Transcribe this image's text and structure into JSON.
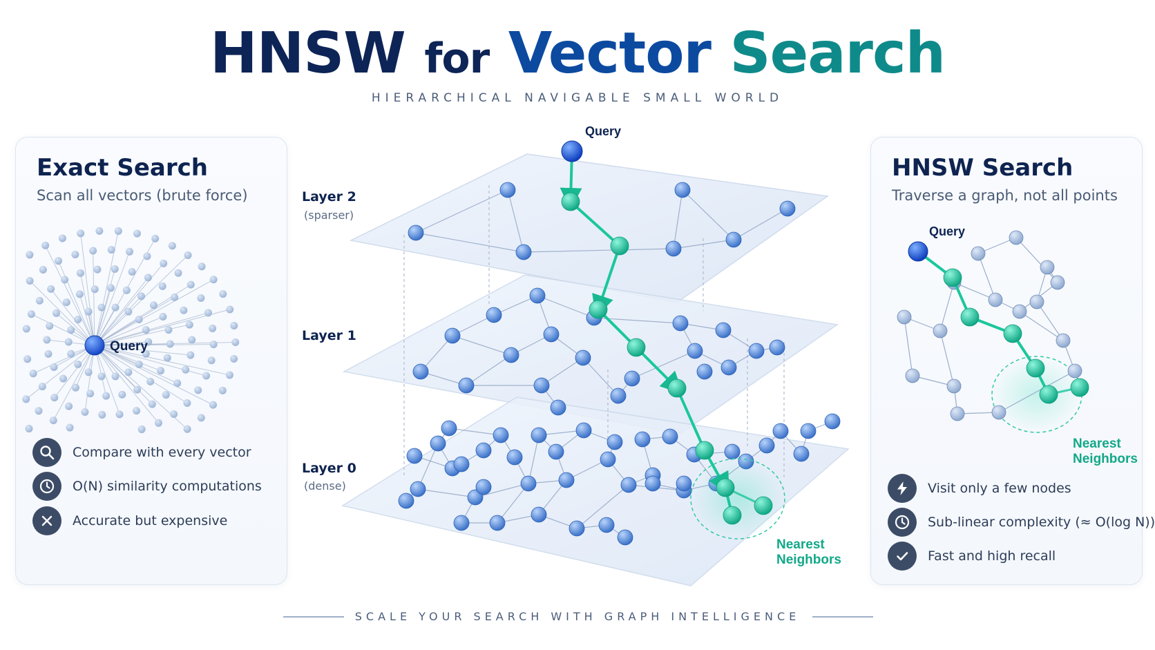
{
  "title": {
    "part1": "HNSW",
    "part2": "for",
    "part3": "Vector",
    "part4": "Search"
  },
  "subtitle": "HIERARCHICAL  NAVIGABLE  SMALL  WORLD",
  "left_panel": {
    "heading": "Exact Search",
    "subheading": "Scan all vectors (brute force)",
    "query_label": "Query",
    "features": [
      {
        "icon": "search-icon",
        "label": "Compare with every vector"
      },
      {
        "icon": "clock-icon",
        "label": "O(N) similarity computations"
      },
      {
        "icon": "x-icon",
        "label": "Accurate but expensive"
      }
    ]
  },
  "center": {
    "query_label": "Query",
    "layers": [
      {
        "name": "Layer 2",
        "note": "(sparser)"
      },
      {
        "name": "Layer 1",
        "note": ""
      },
      {
        "name": "Layer 0",
        "note": "(dense)"
      }
    ],
    "nearest_label_1": "Nearest",
    "nearest_label_2": "Neighbors"
  },
  "right_panel": {
    "heading": "HNSW Search",
    "subheading": "Traverse a graph, not all points",
    "query_label": "Query",
    "nearest_label_1": "Nearest",
    "nearest_label_2": "Neighbors",
    "features": [
      {
        "icon": "lightning-icon",
        "label": "Visit only a few nodes"
      },
      {
        "icon": "clock-icon",
        "label": "Sub-linear complexity (≈ O(log N))"
      },
      {
        "icon": "check-icon",
        "label": "Fast and high recall"
      }
    ]
  },
  "footer": "SCALE YOUR SEARCH WITH GRAPH INTELLIGENCE",
  "colors": {
    "navy": "#0d2456",
    "blue_node": "#5b8fd6",
    "query": "#1a5ee8",
    "teal": "#1fcca6",
    "teal_text": "#12a888"
  }
}
